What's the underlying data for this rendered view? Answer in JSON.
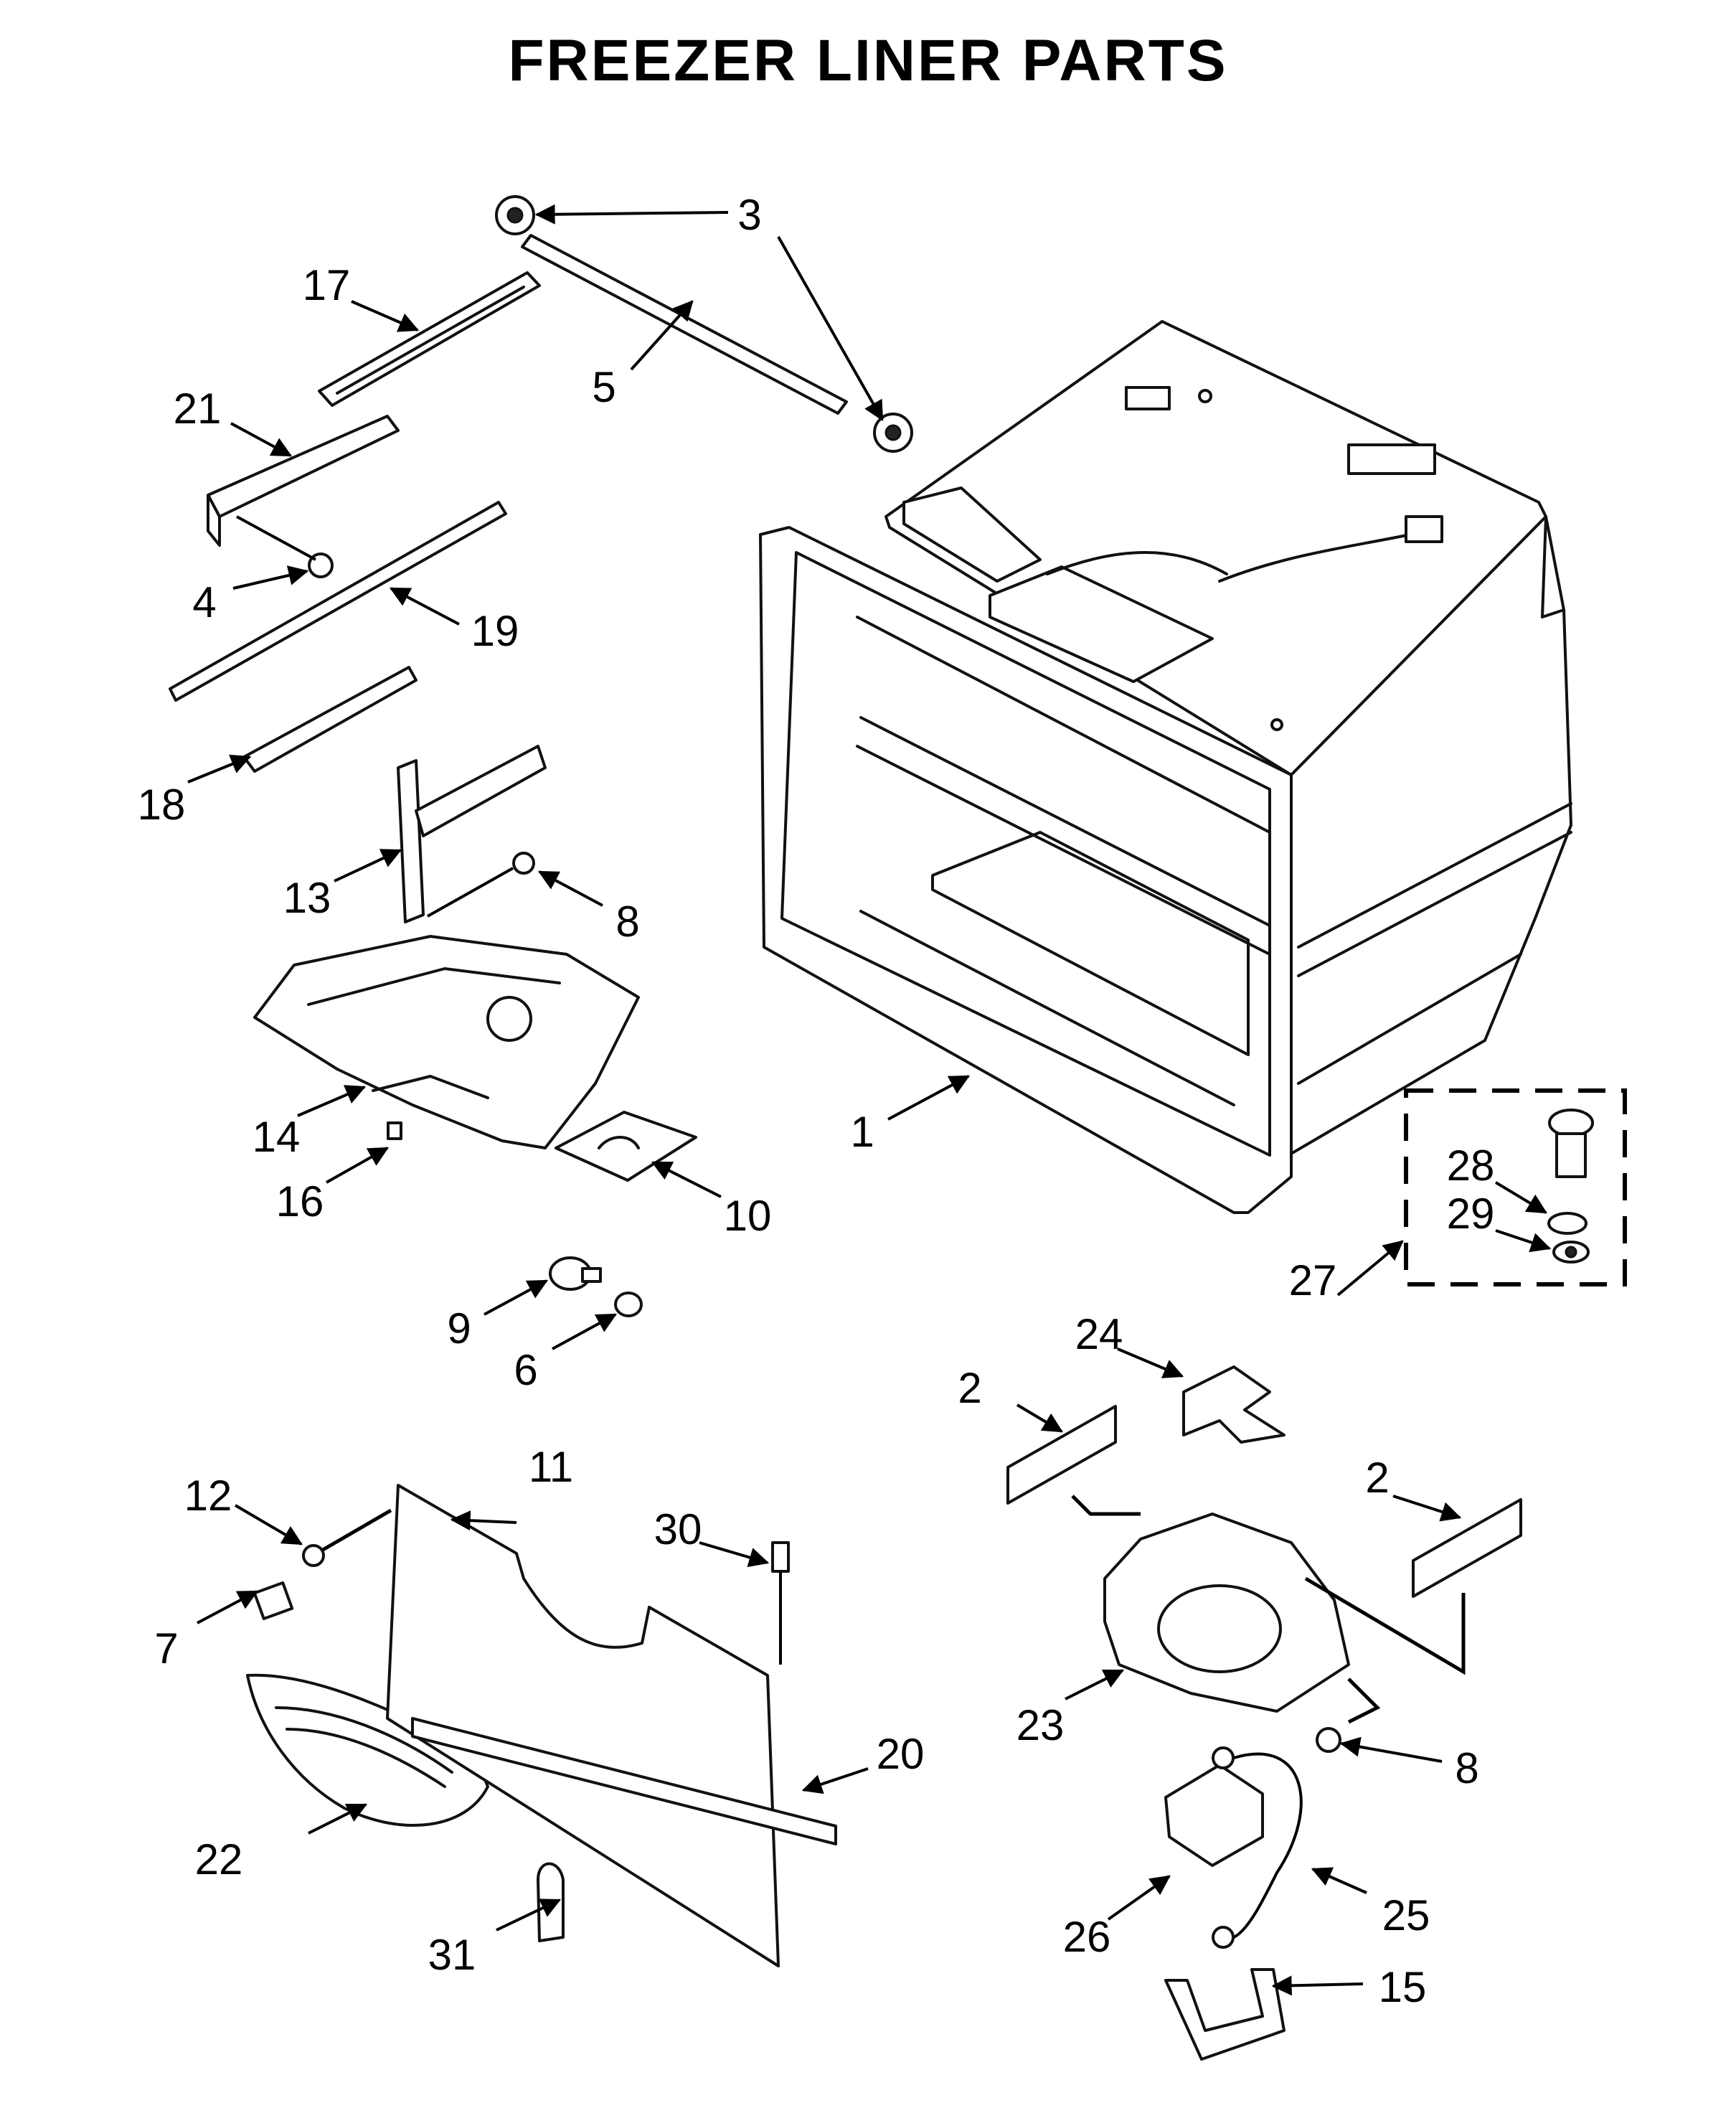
{
  "title": "FREEZER LINER PARTS",
  "callouts": {
    "c1": "1",
    "c2a": "2",
    "c2b": "2",
    "c3": "3",
    "c4": "4",
    "c5": "5",
    "c6": "6",
    "c7": "7",
    "c8a": "8",
    "c8b": "8",
    "c9": "9",
    "c10": "10",
    "c11": "11",
    "c12": "12",
    "c13": "13",
    "c14": "14",
    "c15": "15",
    "c16": "16",
    "c17": "17",
    "c18": "18",
    "c19": "19",
    "c20": "20",
    "c21": "21",
    "c22": "22",
    "c23": "23",
    "c24": "24",
    "c25": "25",
    "c26": "26",
    "c27": "27",
    "c28": "28",
    "c29": "29",
    "c30": "30",
    "c31": "31"
  }
}
